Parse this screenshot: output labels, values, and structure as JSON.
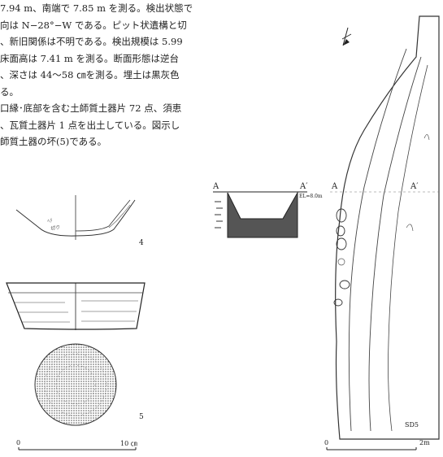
{
  "text": {
    "lines": [
      "7.94 m、南端で 7.85 m を測る。検出状態で",
      "向は N−28°−W である。ピット状遺構と切",
      "、新旧関係は不明である。検出規模は 5.99",
      "床面高は 7.41 m を測る。断面形態は逆台",
      "、深さは 44〜58 ㎝を測る。埋土は黒灰色",
      "る。",
      "口縁･底部を含む土師質土器片 72 点、須恵",
      "、瓦質土器片 1 点を出土している。図示し",
      "師質土器の坏(5)である。"
    ]
  },
  "figures": {
    "pot4_number": "4",
    "pot5_number": "5",
    "pot_scale": {
      "zero": "0",
      "end": "10 ㎝"
    },
    "section_label_a": "A",
    "section_label_a_prime": "A′",
    "elevation_label": "EL=8.0m",
    "plan_label_a": "A",
    "plan_label_a_prime": "A′",
    "feature_label": "SD5",
    "plan_scale": {
      "zero": "0",
      "end": "2m"
    }
  }
}
